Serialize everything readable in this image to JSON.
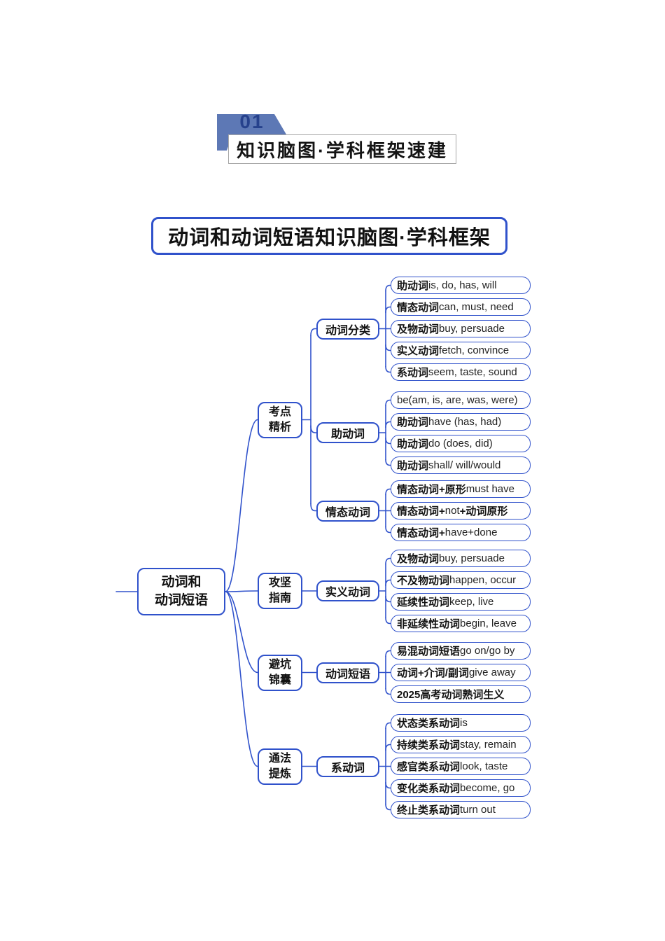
{
  "header": {
    "number": "01",
    "title": "知识脑图·学科框架速建",
    "banner_color": "#5d78b5",
    "number_color": "#26418c",
    "box_border_color": "#a8a8a8"
  },
  "main_title": {
    "text": "动词和动词短语知识脑图·学科框架"
  },
  "mindmap": {
    "accent": "#3052cb",
    "root": {
      "lines": [
        "动词和",
        "动词短语"
      ]
    },
    "branches": [
      {
        "label_lines": [
          "考点",
          "精析"
        ],
        "children": [
          {
            "label": "动词分类",
            "leaves": [
              [
                {
                  "t": "助动词",
                  "b": true
                },
                {
                  "t": "is, do, has, will",
                  "b": false
                }
              ],
              [
                {
                  "t": "情态动词",
                  "b": true
                },
                {
                  "t": "can, must, need",
                  "b": false
                }
              ],
              [
                {
                  "t": "及物动词",
                  "b": true
                },
                {
                  "t": "buy, persuade",
                  "b": false
                }
              ],
              [
                {
                  "t": "实义动词",
                  "b": true
                },
                {
                  "t": "fetch, convince",
                  "b": false
                }
              ],
              [
                {
                  "t": "系动词",
                  "b": true
                },
                {
                  "t": "seem, taste, sound",
                  "b": false
                }
              ]
            ]
          },
          {
            "label": "助动词",
            "leaves": [
              [
                {
                  "t": "be(am, is, are, was, were)",
                  "b": false
                }
              ],
              [
                {
                  "t": "助动词",
                  "b": true
                },
                {
                  "t": "have (has, had)",
                  "b": false
                }
              ],
              [
                {
                  "t": "助动词",
                  "b": true
                },
                {
                  "t": "do (does, did)",
                  "b": false
                }
              ],
              [
                {
                  "t": "助动词",
                  "b": true
                },
                {
                  "t": "shall/ will/would",
                  "b": false
                }
              ]
            ]
          },
          {
            "label": "情态动词",
            "leaves": [
              [
                {
                  "t": "情态动词+原形",
                  "b": true
                },
                {
                  "t": " must have",
                  "b": false
                }
              ],
              [
                {
                  "t": "情态动词+",
                  "b": true
                },
                {
                  "t": "not",
                  "b": false
                },
                {
                  "t": "+动词原形",
                  "b": true
                }
              ],
              [
                {
                  "t": "情态动词+",
                  "b": true
                },
                {
                  "t": "have+done",
                  "b": false
                }
              ]
            ]
          }
        ]
      },
      {
        "label_lines": [
          "攻坚",
          "指南"
        ],
        "children": [
          {
            "label": "实义动词",
            "leaves": [
              [
                {
                  "t": "及物动词",
                  "b": true
                },
                {
                  "t": "buy, persuade",
                  "b": false
                }
              ],
              [
                {
                  "t": "不及物动词",
                  "b": true
                },
                {
                  "t": "happen, occur",
                  "b": false
                }
              ],
              [
                {
                  "t": "延续性动词",
                  "b": true
                },
                {
                  "t": "keep, live",
                  "b": false
                }
              ],
              [
                {
                  "t": "非延续性动词",
                  "b": true
                },
                {
                  "t": "begin, leave",
                  "b": false
                }
              ]
            ]
          }
        ]
      },
      {
        "label_lines": [
          "避坑",
          "锦囊"
        ],
        "children": [
          {
            "label": "动词短语",
            "leaves": [
              [
                {
                  "t": "易混动词短语",
                  "b": true
                },
                {
                  "t": "go on/go by",
                  "b": false
                }
              ],
              [
                {
                  "t": "动词+介词/副词",
                  "b": true
                },
                {
                  "t": "give away",
                  "b": false
                }
              ],
              [
                {
                  "t": "2025高考动词熟词生义",
                  "b": true
                }
              ]
            ]
          }
        ]
      },
      {
        "label_lines": [
          "通法",
          "提炼"
        ],
        "children": [
          {
            "label": "系动词",
            "leaves": [
              [
                {
                  "t": "状态类系动词",
                  "b": true
                },
                {
                  "t": "is",
                  "b": false
                }
              ],
              [
                {
                  "t": "持续类系动词",
                  "b": true
                },
                {
                  "t": "stay, remain",
                  "b": false
                }
              ],
              [
                {
                  "t": "感官类系动词",
                  "b": true
                },
                {
                  "t": "look, taste",
                  "b": false
                }
              ],
              [
                {
                  "t": "变化类系动词",
                  "b": true
                },
                {
                  "t": "become, go",
                  "b": false
                }
              ],
              [
                {
                  "t": "终止类系动词",
                  "b": true
                },
                {
                  "t": " turn out",
                  "b": false
                }
              ]
            ]
          }
        ]
      }
    ]
  }
}
